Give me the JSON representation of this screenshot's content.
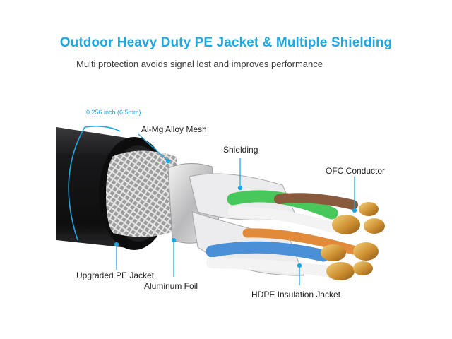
{
  "header": {
    "title": "Outdoor Heavy Duty PE Jacket & Multiple Shielding",
    "subtitle": "Multi protection avoids signal lost and improves performance"
  },
  "dimension_label": "0.256 inch (6.5mm)",
  "callouts": {
    "mesh": "Al-Mg Alloy Mesh",
    "shielding": "Shielding",
    "conductor": "OFC Conductor",
    "jacket": "Upgraded PE Jacket",
    "foil": "Aluminum Foil",
    "insulation": "HDPE Insulation Jacket"
  },
  "colors": {
    "accent": "#1ea7e2",
    "jacket": "#1c1c1e",
    "green_wire": "#48c75a",
    "blue_wire": "#4b8fd6",
    "brown_wire": "#8a5a3c",
    "orange_wire": "#e08a3a",
    "copper": "#d8a23a"
  }
}
